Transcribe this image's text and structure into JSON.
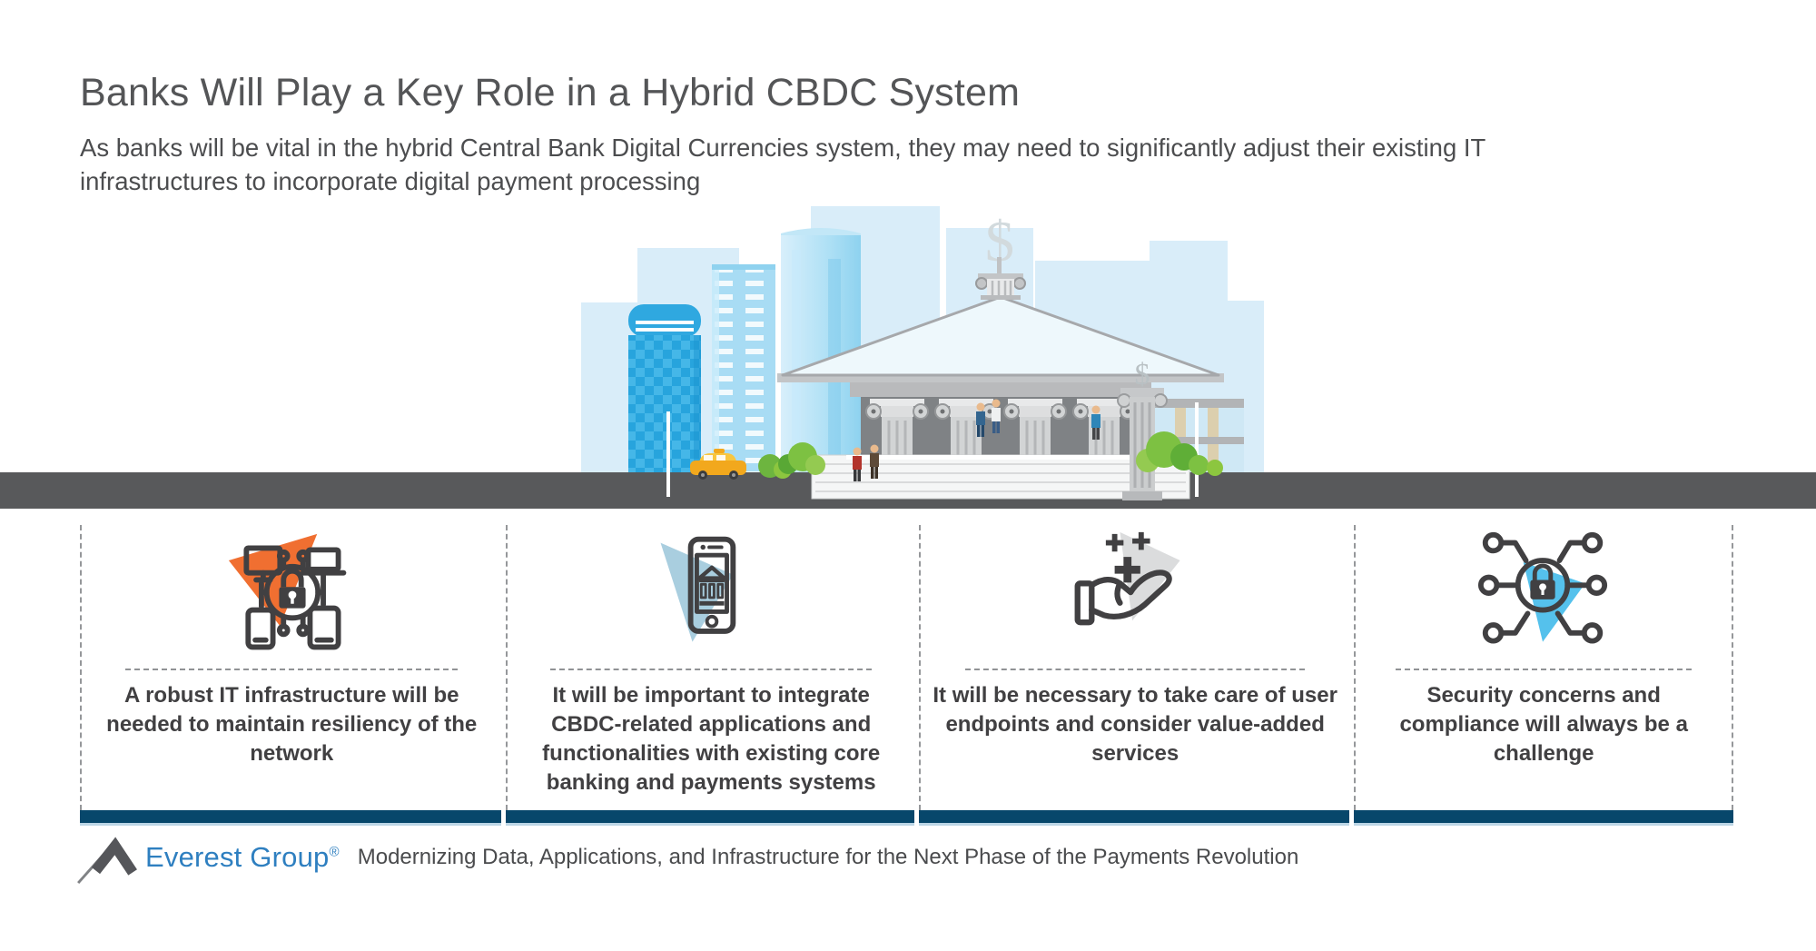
{
  "header": {
    "title": "Banks Will Play a Key Role in a Hybrid CBDC System",
    "subtitle": "As banks will be vital in the hybrid Central Bank Digital Currencies system, they may need to significantly adjust their existing IT infrastructures to incorporate digital payment processing"
  },
  "illustration": {
    "description": "city skyline with central bank building, taxi, pedestrians and road",
    "finial_symbol": "$",
    "monument_symbol": "$",
    "road_color": "#58595B"
  },
  "cards": [
    {
      "icon": "connected-devices-lock-icon",
      "accent_color": "#F06F31",
      "text": "A robust IT infrastructure will be needed to maintain resiliency of the network"
    },
    {
      "icon": "mobile-banking-icon",
      "accent_color": "#A9CEDF",
      "text": "It will be important to integrate CBDC-related applications and functionalities with existing core banking and payments systems"
    },
    {
      "icon": "hand-value-added-icon",
      "accent_color": "#DBDCDD",
      "text": "It will be necessary to take care of user endpoints and consider value-added services"
    },
    {
      "icon": "secure-network-icon",
      "accent_color": "#55C1EC",
      "text": "Security concerns and compliance will always be a challenge"
    }
  ],
  "footer": {
    "logo_text": "Everest Group",
    "registered_mark": "®",
    "tagline": "Modernizing Data, Applications, and Infrastructure for the Next Phase of the Payments Revolution"
  },
  "colors": {
    "title_text": "#545557",
    "body_text": "#414042",
    "bar_navy": "#07476B",
    "dashed_border": "#95979A",
    "logo_blue": "#2E7FC0",
    "road_gray": "#58595B"
  }
}
